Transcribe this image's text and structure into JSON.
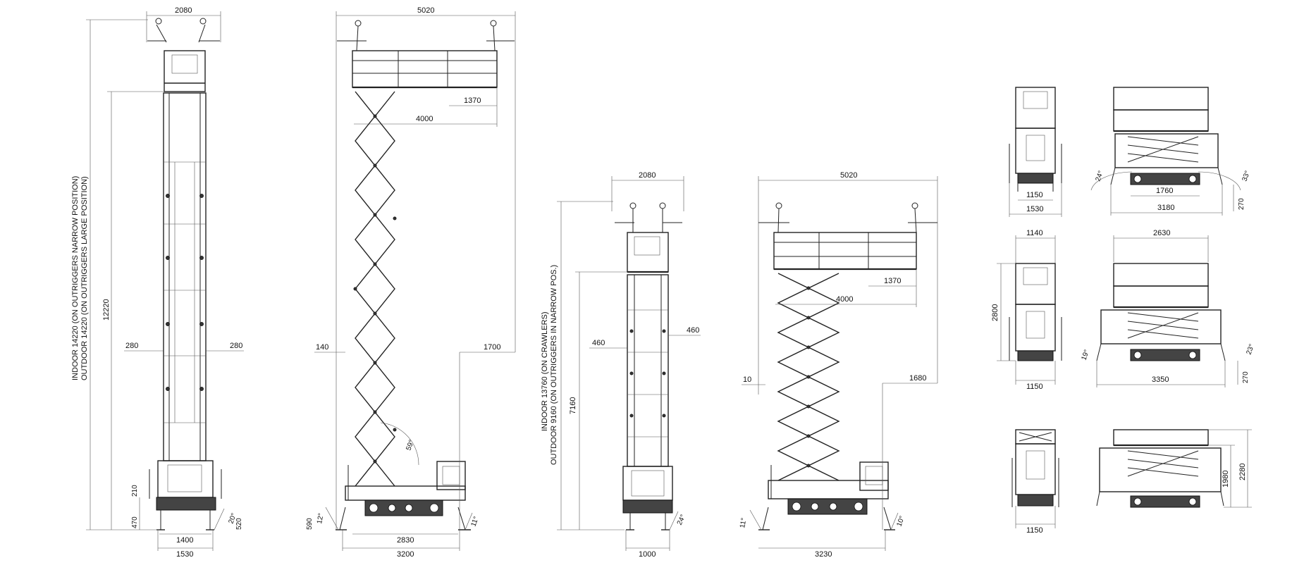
{
  "views": {
    "v1": {
      "width_top": "2080",
      "height_total_label": "INDOOR   14220 (ON OUTRIGGERS NARROW POSITION)",
      "height_total_label2": "OUTDOOR  14220 (ON OUTRIGGERS LARGE POSITION)",
      "platform_height": "12220",
      "side_left": "280",
      "side_right": "280",
      "base_h1": "210",
      "base_h2": "470",
      "base_h3": "520",
      "angle": "20°",
      "width_bottom1": "1400",
      "width_bottom2": "1530"
    },
    "v2": {
      "width_top": "5020",
      "deck_ext": "1370",
      "deck_len": "4000",
      "left_off": "140",
      "right_off": "1700",
      "angle_scissor": "59°",
      "h_left": "590",
      "angle_left": "12°",
      "angle_right": "11°",
      "base1": "2830",
      "base2": "3200"
    },
    "v3": {
      "width_top": "2080",
      "height_label": "INDOOR   13760 (ON CRAWLERS)",
      "height_label2": "OUTDOOR  9160 (ON OUTRIGGERS IN NARROW POS.)",
      "platform_height": "7160",
      "side_left": "460",
      "side_right": "460",
      "angle": "24°",
      "width_bottom": "1000"
    },
    "v4": {
      "width_top": "5020",
      "deck_ext": "1370",
      "deck_len": "4000",
      "left_off": "10",
      "right_off": "1680",
      "angle_left": "11°",
      "angle_right": "10°",
      "base": "3230"
    },
    "s1": {
      "w_inner": "1150",
      "w_outer": "1530",
      "angle_left": "24°",
      "angle_right": "33°",
      "track_len": "1760",
      "total_len": "3180",
      "clearance": "270"
    },
    "s2": {
      "w_top": "1140",
      "h": "2800",
      "w_bottom": "1150",
      "platform_len": "2630",
      "angle_left": "19°",
      "angle_right": "23°",
      "total_len": "3350",
      "clearance": "270"
    },
    "s3": {
      "w_bottom": "1150",
      "h1": "1980",
      "h2": "2280"
    }
  }
}
